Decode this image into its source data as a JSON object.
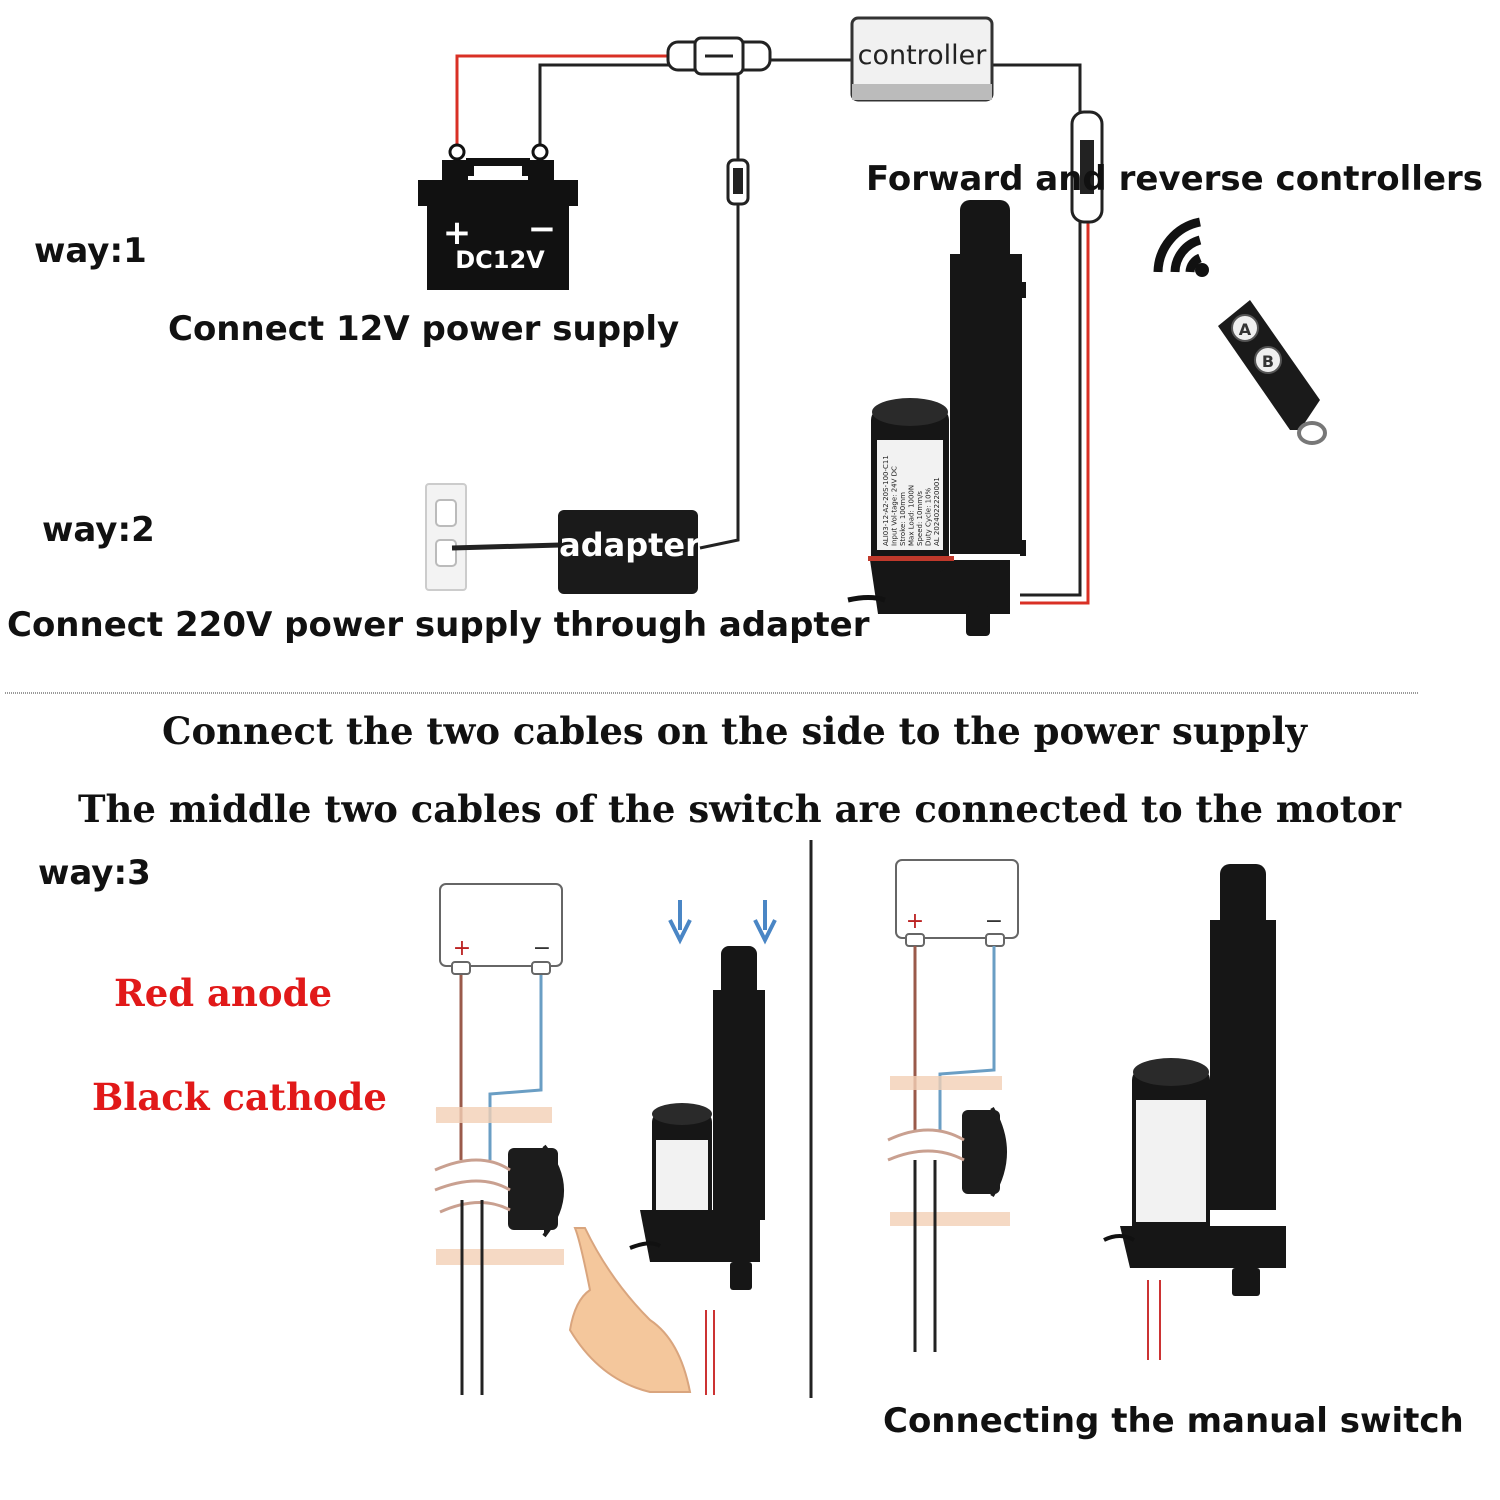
{
  "colors": {
    "red_wire": "#d93025",
    "black_wire": "#222222",
    "blue_wire": "#6a9ec4",
    "brown_wire": "#9a5a4a",
    "arrow_blue": "#4a86c5",
    "red_text": "#e11919",
    "actuator": "#141414"
  },
  "top": {
    "way1_label": "way:1",
    "controller_label": "controller",
    "battery_label": "DC12V",
    "battery_plus": "+",
    "battery_minus": "−",
    "way1_caption": "Connect 12V power supply",
    "forward_reverse_caption": "Forward and reverse controllers",
    "remote_button_a": "A",
    "remote_button_b": "B",
    "way2_label": "way:2",
    "adapter_label": "adapter",
    "way2_caption": "Connect 220V power supply through adapter",
    "actuator_label_lines": [
      "ALI03-12-A2-20S-100-C11",
      "Input Vol-tage:    24V DC",
      "Stroke:              100mm",
      "Max Load:          1000N",
      "Speed:              10mm/s",
      "Duty Cycle:        10%",
      "AL 2024022220001"
    ]
  },
  "instructions": {
    "line1": "Connect the two cables on the side to the power supply",
    "line2": "The middle two cables of the switch are connected to the motor"
  },
  "bottom": {
    "way3_label": "way:3",
    "red_anode": "Red anode",
    "black_cathode": "Black cathode",
    "plus": "+",
    "minus": "−",
    "manual_switch_caption": "Connecting the manual switch"
  }
}
